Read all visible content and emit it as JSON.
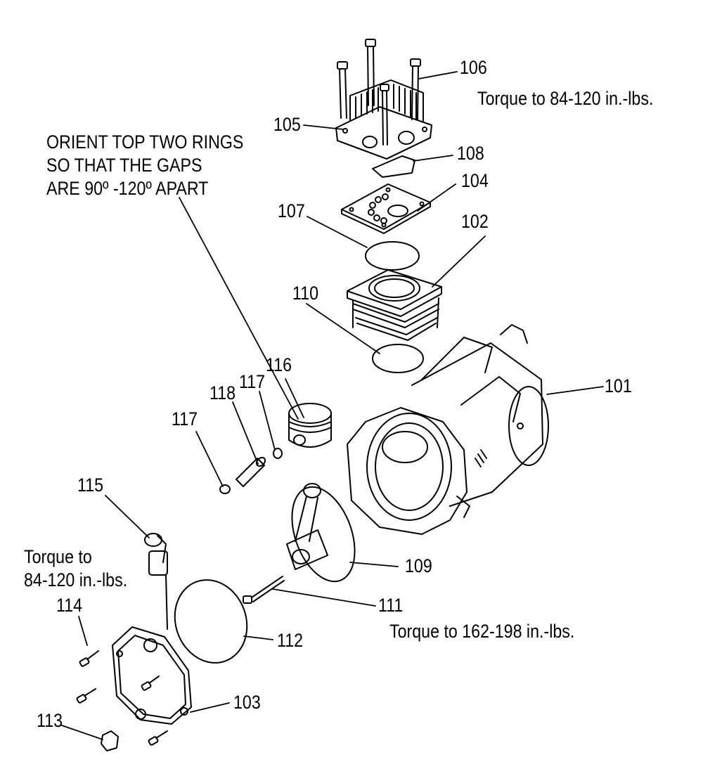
{
  "part_labels": {
    "p101": "101",
    "p102": "102",
    "p103": "103",
    "p104": "104",
    "p105": "105",
    "p106": "106",
    "p107": "107",
    "p108": "108",
    "p109": "109",
    "p110": "110",
    "p111": "111",
    "p112": "112",
    "p113": "113",
    "p114": "114",
    "p115": "115",
    "p116": "116",
    "p117a": "117",
    "p117b": "117",
    "p118": "118"
  },
  "notes": {
    "torque_head": "Torque to  84-120 in.-lbs.",
    "rings_line1": "ORIENT TOP TWO RINGS",
    "rings_line2": "SO THAT THE GAPS",
    "rings_line3": "ARE 90º -120º APART",
    "torque_cover_line1": "Torque to",
    "torque_cover_line2": "84-120 in.-lbs.",
    "torque_rod": "Torque to 162-198 in.-lbs."
  }
}
